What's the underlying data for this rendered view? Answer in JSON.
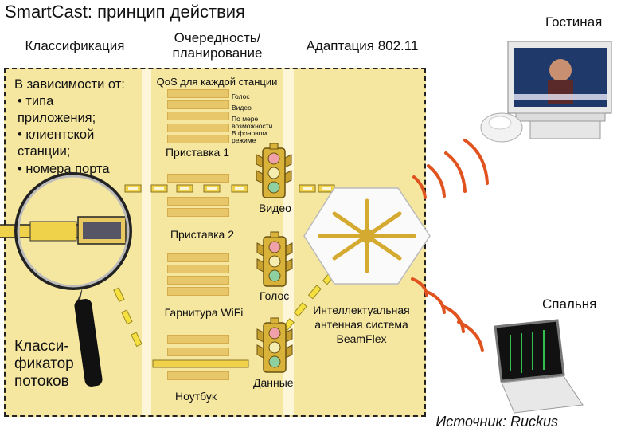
{
  "title": "SmartCast: принцип действия",
  "columns": {
    "classification": "Классификация",
    "queue": "Очередность/ планирование",
    "adaptation": "Адаптация 802.11"
  },
  "classifier_text": {
    "heading": "В зависимости от:",
    "items": [
      "• типа приложения;",
      "• клиентской станции;",
      "• номера порта"
    ],
    "flow_classifier": "Класси- фикатор потоков"
  },
  "qos": {
    "heading": "QoS для каждой станции",
    "types": [
      "Голос",
      "Видео",
      "По мере возможности",
      "В фоновом режиме"
    ]
  },
  "stations": [
    "Приставка 1",
    "Приставка 2",
    "Гарнитура WiFi",
    "Ноутбук"
  ],
  "traffic_lights": [
    "Видео",
    "Голос",
    "Данные"
  ],
  "antenna_label": "Интеллектуальная антенная система BeamFlex",
  "rooms": [
    "Гостиная",
    "Спальня"
  ],
  "source": "Источник: Ruckus",
  "colors": {
    "background": "#f5e6a0",
    "lane": "#f8eeb8",
    "packet": "#f0d24a",
    "wave": "#e0521e"
  }
}
